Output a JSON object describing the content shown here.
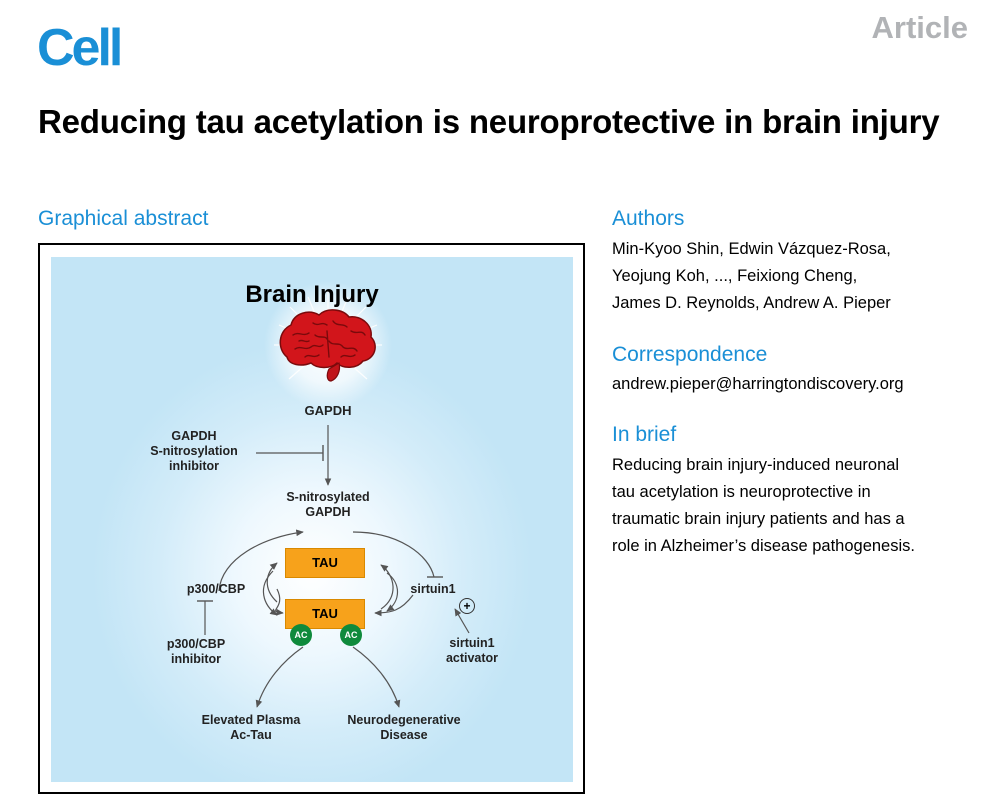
{
  "header": {
    "journal": "Cell",
    "article_type": "Article"
  },
  "title": "Reducing tau acetylation is neuroprotective in brain injury",
  "graphical_abstract": {
    "heading": "Graphical abstract",
    "title": "Brain Injury",
    "labels": {
      "gapdh": "GAPDH",
      "inhibitor_line1": "GAPDH",
      "inhibitor_line2": "S-nitrosylation",
      "inhibitor_line3": "inhibitor",
      "sno_line1": "S-nitrosylated",
      "sno_line2": "GAPDH",
      "tau_top": "TAU",
      "tau_bottom": "TAU",
      "ac_left": "AC",
      "ac_right": "AC",
      "p300": "p300/CBP",
      "p300_inh_line1": "p300/CBP",
      "p300_inh_line2": "inhibitor",
      "sirtuin": "sirtuin1",
      "plus": "+",
      "sirt_act_line1": "sirtuin1",
      "sirt_act_line2": "activator",
      "elevated_line1": "Elevated Plasma",
      "elevated_line2": "Ac-Tau",
      "neuro_line1": "Neurodegenerative",
      "neuro_line2": "Disease"
    },
    "colors": {
      "tau": "#f7a21b",
      "acetyl": "#0f8a3c",
      "brain": "#d2151b",
      "background": "#c3e5f6"
    }
  },
  "authors": {
    "heading": "Authors",
    "lines": [
      "Min-Kyoo Shin, Edwin Vázquez-Rosa,",
      "Yeojung Koh, ..., Feixiong Cheng,",
      "James D. Reynolds, Andrew A. Pieper"
    ]
  },
  "correspondence": {
    "heading": "Correspondence",
    "email": "andrew.pieper@harringtondiscovery.org"
  },
  "in_brief": {
    "heading": "In brief",
    "lines": [
      "Reducing brain injury-induced neuronal",
      "tau acetylation is neuroprotective in",
      "traumatic brain injury patients and has a",
      "role in Alzheimer’s disease pathogenesis."
    ]
  }
}
